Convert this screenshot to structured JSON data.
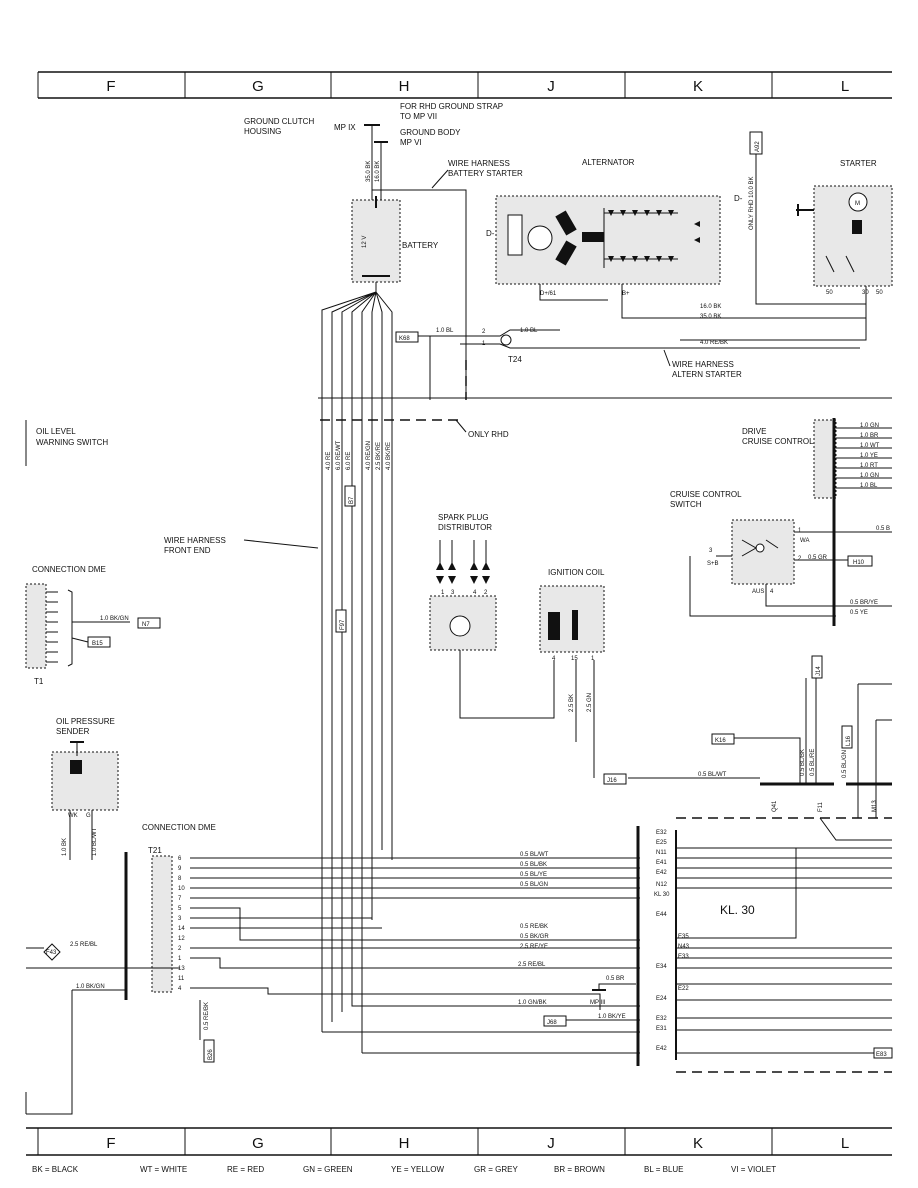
{
  "grid_columns": [
    "F",
    "G",
    "H",
    "J",
    "K",
    "L"
  ],
  "labels": {
    "ground_clutch": [
      "GROUND CLUTCH",
      "HOUSING"
    ],
    "mp_ix": "MP IX",
    "rhd_strap": [
      "FOR RHD GROUND STRAP",
      "TO MP VII"
    ],
    "ground_body": [
      "GROUND BODY",
      "MP VI"
    ],
    "wire_harness_battery": [
      "WIRE HARNESS",
      "BATTERY STARTER"
    ],
    "alternator": "ALTERNATOR",
    "starter": "STARTER",
    "battery": "BATTERY",
    "battery_volt": "12 V",
    "a92": "A92",
    "only_rhd_cable": "ONLY RHD 10.0 BK",
    "d_minus": "D-",
    "d_plus": "D+/61",
    "b_plus": "B+",
    "k68": "K68",
    "t24": "T24",
    "wire_harness_altern": [
      "WIRE HARNESS",
      "ALTERN STARTER"
    ],
    "only_rhd": "ONLY RHD",
    "oil_level": [
      "OIL LEVEL",
      "WARNING SWITCH"
    ],
    "drive_cruise": [
      "DRIVE",
      "CRUISE CONTROL"
    ],
    "cruise_switch": [
      "CRUISE CONTROL",
      "SWITCH"
    ],
    "spark_plug": [
      "SPARK PLUG",
      "DISTRIBUTOR"
    ],
    "ignition_coil": "IGNITION COIL",
    "wire_harness_front": [
      "WIRE HARNESS",
      "FRONT END"
    ],
    "connection_dme_top": "CONNECTION DME",
    "connection_dme_bottom": "CONNECTION DME",
    "t1": "T1",
    "t21": "T21",
    "oil_pressure": [
      "OIL PRESSURE",
      "SENDER"
    ],
    "b15": "B15",
    "n7": "N7",
    "b7": "B7",
    "f97": "F97",
    "h10": "H10",
    "j14": "J14",
    "j16": "J16",
    "k16": "K16",
    "l16": "L16",
    "j68": "J68",
    "b26": "B26",
    "f43": "F43",
    "e83": "E83",
    "mp_iii": "MP III",
    "kl30": "KL. 30",
    "wk": "WK",
    "g": "G",
    "s_b": "S+B",
    "wa": "WA",
    "aus": "AUS",
    "q41": "Q41",
    "f11": "F11",
    "m13": "M13"
  },
  "wire_labels": {
    "w16bk": "16.0 BK",
    "w35bk_v": "35.0 BK",
    "w16bk_alt": "16.0 BK",
    "w35bk": "35.0 BK",
    "w10bl_a": "1.0 BL",
    "w10bl_b": "1.0 BL",
    "w40rebk": "4.0 RE/BK",
    "bundle": [
      "4.0 RE",
      "6.0 RE/WT",
      "6.0 RE",
      "4.0 RE/GN",
      "2.5 BK/RE",
      "4.0 BK/RE"
    ],
    "w10bkgn_top": "1.0 BK/GN",
    "w05blwt": "0.5 BL/WT",
    "w05gr": "0.5 GR",
    "w05b": "0.5 B",
    "w05brye": "0.5 BR/YE",
    "w05ye": "0.5 YE",
    "w25bk": "2.5 BK",
    "w25gn": "2.5 GN",
    "w05blbk": "0.5 BL/BK",
    "w05blre": "0.5 BL/RE",
    "w05blgn_v": "0.5 BL/GN",
    "w10bk": "1.0 BK",
    "w10blwt": "1.0 BL/WT",
    "w25rebl": "2.5 RE/BL",
    "w10bkgn": "1.0 BK/GN",
    "w05rebk_v": "0.5 RE/BK",
    "w05br": "0.5 BR",
    "w10gnbk": "1.0 GN/BK",
    "w10bkye": "1.0 BK/YE",
    "w25rebl2": "2.5 RE/BL"
  },
  "dme_t21_pins": [
    "6",
    "9",
    "8",
    "10",
    "7",
    "5",
    "3",
    "14",
    "12",
    "2",
    "1",
    "13",
    "11",
    "4"
  ],
  "bus_rows": [
    {
      "wire": "",
      "pin": "E32"
    },
    {
      "wire": "",
      "pin": "E25"
    },
    {
      "wire": "0.5 BL/WT",
      "pin": "N11"
    },
    {
      "wire": "0.5 BL/BK",
      "pin": "E41"
    },
    {
      "wire": "0.5 BL/YE",
      "pin": "E42"
    },
    {
      "wire": "0.5 BL/GN",
      "pin": "N12"
    },
    {
      "wire": "",
      "pin": "KL 30"
    },
    {
      "wire": "",
      "pin": "E44"
    },
    {
      "wire": "0.5 RE/BK",
      "pin": "E35"
    },
    {
      "wire": "0.5 BK/GR",
      "pin": "N43"
    },
    {
      "wire": "2.5 RE/YE",
      "pin": "E33"
    },
    {
      "wire": "2.5 RE/BL",
      "pin": "E34"
    },
    {
      "wire": "",
      "pin": "E22"
    },
    {
      "wire": "",
      "pin": "E24"
    },
    {
      "wire": "",
      "pin": "E32"
    },
    {
      "wire": "",
      "pin": "E31"
    },
    {
      "wire": "",
      "pin": "E42"
    }
  ],
  "cruise_wires": [
    "1.0 GN",
    "1.0 BR",
    "1.0 WT",
    "1.0 YE",
    "1.0 RT",
    "1.0 GN",
    "1.0 BL"
  ],
  "distributor_pins": [
    "1",
    "3",
    "4",
    "2"
  ],
  "coil_pins": [
    "4",
    "15",
    "1"
  ],
  "color_legend": [
    "BK = BLACK",
    "WT = WHITE",
    "RE = RED",
    "GN = GREEN",
    "YE = YELLOW",
    "GR = GREY",
    "BR = BROWN",
    "BL = BLUE",
    "VI = VIOLET"
  ]
}
